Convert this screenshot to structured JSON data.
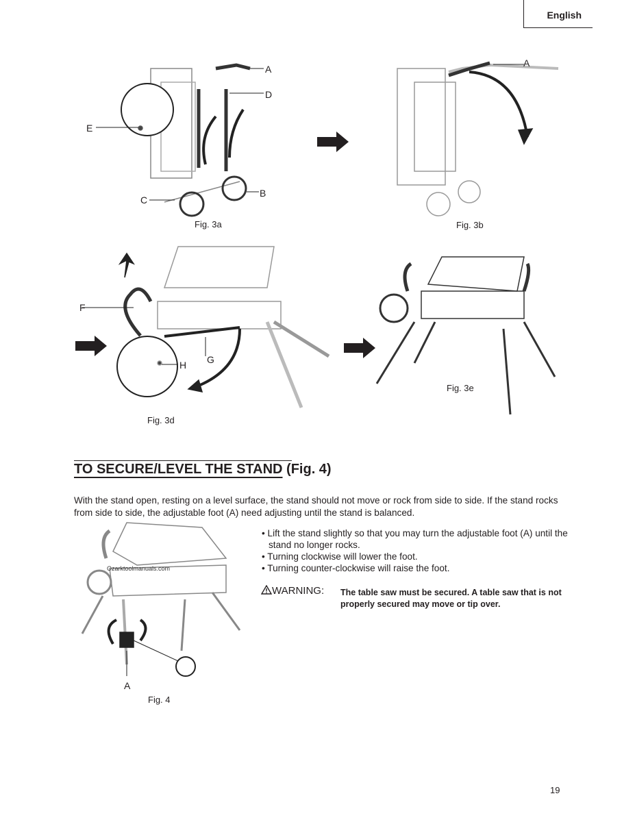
{
  "header": {
    "language_tab": "English"
  },
  "figures": {
    "fig3a": {
      "caption": "Fig. 3a",
      "labels": [
        "A",
        "D",
        "E",
        "B",
        "C"
      ]
    },
    "fig3b": {
      "caption": "Fig. 3b",
      "labels": [
        "A"
      ]
    },
    "fig3d": {
      "caption": "Fig. 3d",
      "labels": [
        "F",
        "G",
        "H"
      ]
    },
    "fig3e": {
      "caption": "Fig. 3e"
    },
    "fig4": {
      "caption": "Fig. 4",
      "labels": [
        "A"
      ],
      "watermark": "Ozarktoolmanuals.com"
    }
  },
  "section": {
    "title": "TO SECURE/LEVEL THE STAND",
    "title_ref": "(Fig. 4)",
    "paragraph": "With the stand open, resting on a level surface, the stand should not move or rock from side to side. If the stand rocks from side to side, the adjustable foot (A) need adjusting until the stand is balanced.",
    "bullets": [
      "• Lift the stand slightly so that you may turn the adjustable foot (A) until the stand no longer rocks.",
      "• Turning clockwise will lower the foot.",
      "• Turning counter-clockwise will raise the foot."
    ],
    "warning_label": "WARNING:",
    "warning_text": "The table saw must be secured. A table saw that is not properly secured may move or tip over."
  },
  "footer": {
    "page_number": "19"
  }
}
